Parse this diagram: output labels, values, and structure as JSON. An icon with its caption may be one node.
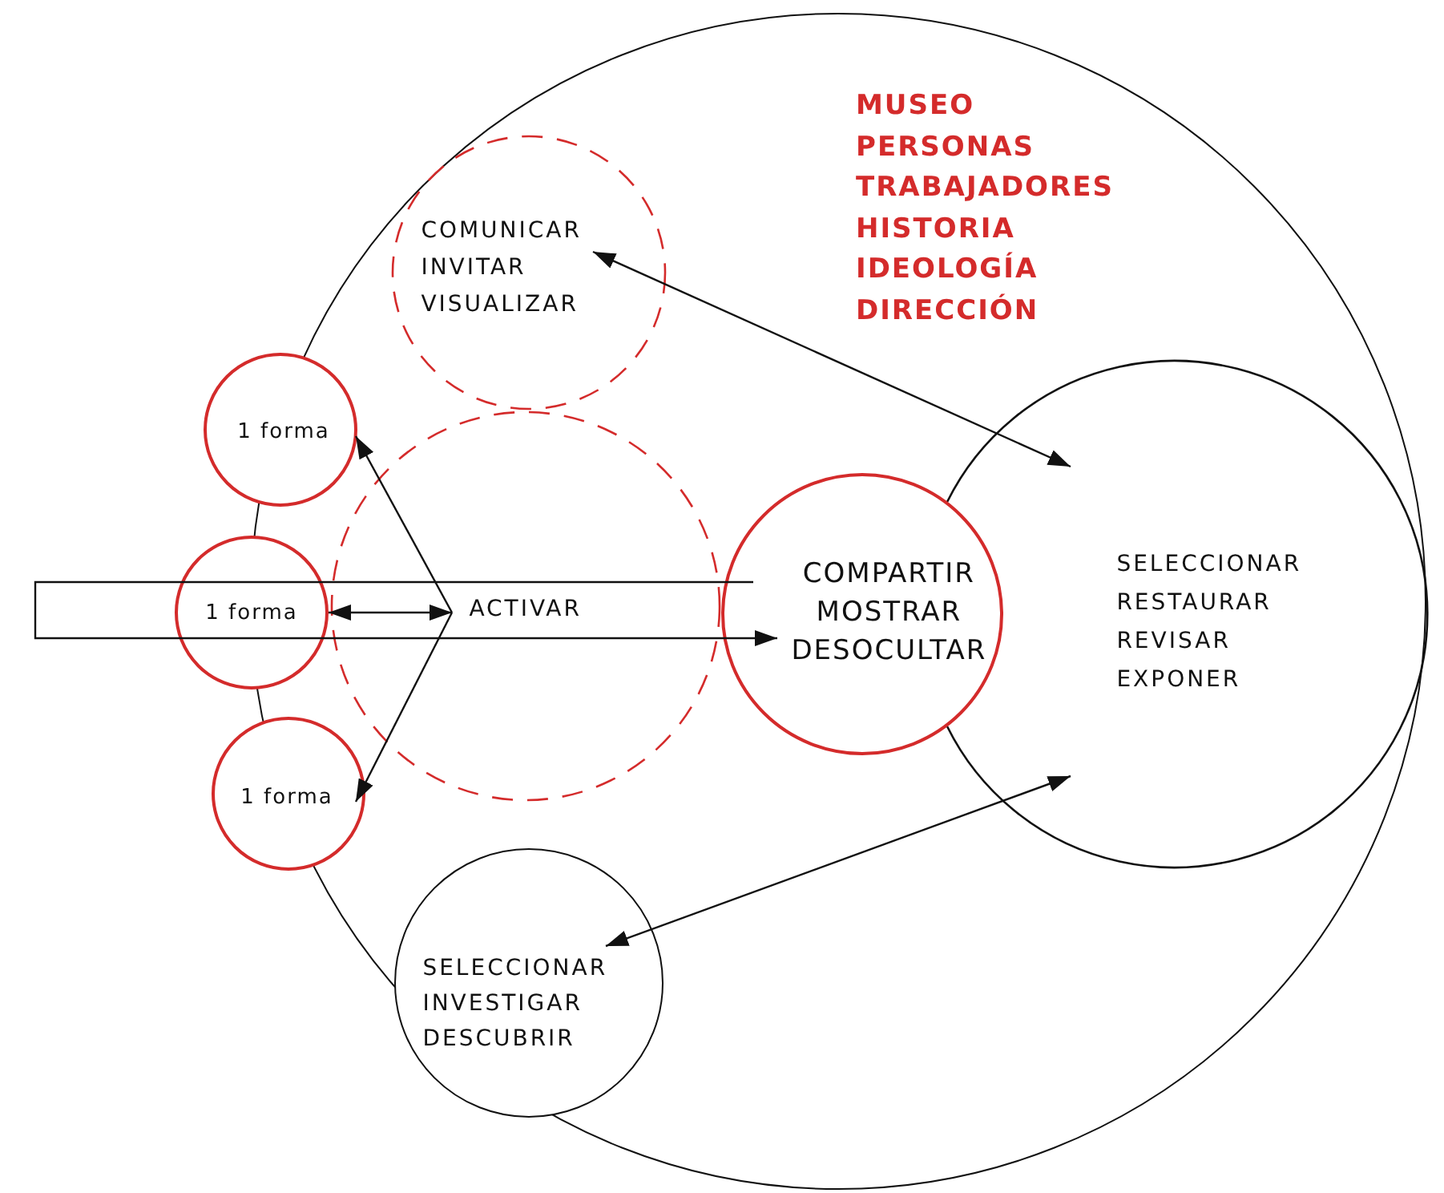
{
  "diagram": {
    "nodes": [
      {
        "text": [
          "MUSEO",
          "PERSONAS",
          "TRABAJADORES",
          "HISTORIA",
          "IDEOLOGÍA",
          "DIRECCIÓN"
        ]
      },
      {
        "text": [
          "COMUNICAR",
          "INVITAR",
          "VISUALIZAR"
        ],
        "in": 0
      },
      {
        "text": [
          "1 forma"
        ]
      },
      {
        "text": [
          "ACTIVAR"
        ],
        "in": 0
      },
      {
        "text": [
          "1 forma"
        ]
      },
      {
        "text": [
          "COMPARTIR",
          "MOSTRAR",
          "DESOCULTAR"
        ],
        "in": 0
      },
      {
        "text": [
          "SELECCIONAR",
          "RESTAURAR",
          "REVISAR",
          "EXPONER"
        ],
        "in": 0
      },
      {
        "text": [
          "1 forma"
        ]
      },
      {
        "text": [
          "SELECCIONAR",
          "INVESTIGAR",
          "DESCUBRIR"
        ],
        "in": 0
      }
    ],
    "edges": [
      {
        "from": 3,
        "to": 2,
        "arrow": "to"
      },
      {
        "from": 3,
        "to": 4,
        "arrow": "both"
      },
      {
        "from": 3,
        "to": 7,
        "arrow": "to"
      },
      {
        "from": 1,
        "to": 6,
        "arrow": "both"
      },
      {
        "from": 8,
        "to": 6,
        "arrow": "both"
      },
      {
        "from": null,
        "to": 5,
        "arrow": "to"
      }
    ]
  }
}
